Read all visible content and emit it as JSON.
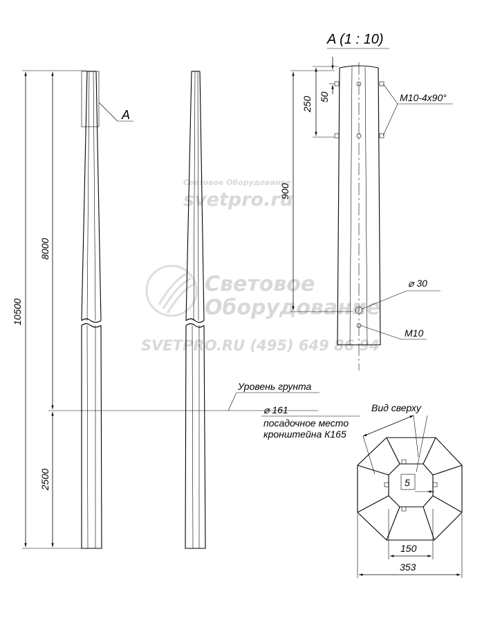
{
  "watermark": {
    "company_small": "Световое Оборудование",
    "site_small": "svetpro.ru",
    "word1": "Световое",
    "word2": "Оборудование",
    "site_phone": "SVETPRO.RU   (495) 649 86 94"
  },
  "side_view": {
    "dim_total": "10500",
    "dim_above": "8000",
    "dim_below": "2500",
    "callout": "A"
  },
  "detail": {
    "title": "A (1 : 10)",
    "dim_250": "250",
    "dim_50": "50",
    "dim_900": "900",
    "bolts": "M10-4x90°",
    "hole": "⌀ 30",
    "bolt": "M10"
  },
  "ground": {
    "label": "Уровень грунта",
    "diameter": "⌀ 161",
    "note_line1": "посадочное место",
    "note_line2": "кронштейна К165"
  },
  "top_view": {
    "title": "Вид сверху",
    "thickness": "5",
    "dim_inner": "150",
    "dim_outer": "353"
  }
}
